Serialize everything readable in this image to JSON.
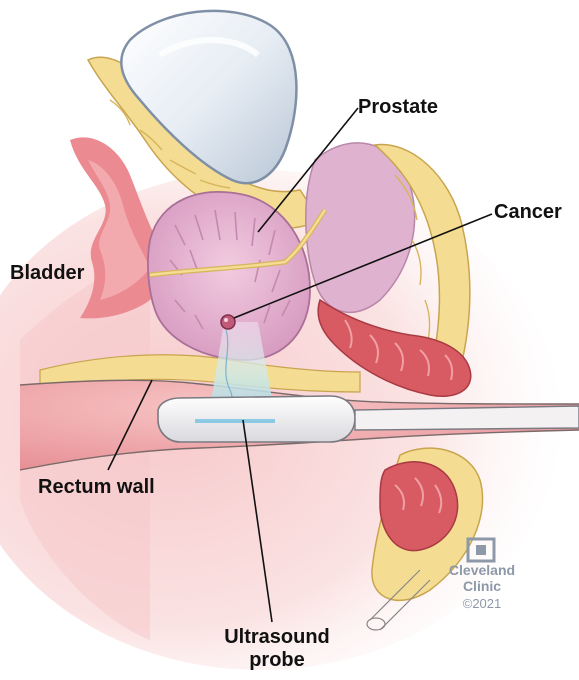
{
  "labels": {
    "prostate": "Prostate",
    "cancer": "Cancer",
    "bladder": "Bladder",
    "rectum_wall": "Rectum wall",
    "ultrasound_probe_line1": "Ultrasound",
    "ultrasound_probe_line2": "probe"
  },
  "brand": {
    "name_line1": "Cleveland",
    "name_line2": "Clinic",
    "copyright": "©2021",
    "logo_color": "#8d98a8"
  },
  "colors": {
    "tissue_pink": "#f4c3c6",
    "fat_yellow": "#f4dd92",
    "muscle_red": "#d85a62",
    "prostate_lilac": "#e3b4cf",
    "probe_white": "#fbf9f9"
  }
}
